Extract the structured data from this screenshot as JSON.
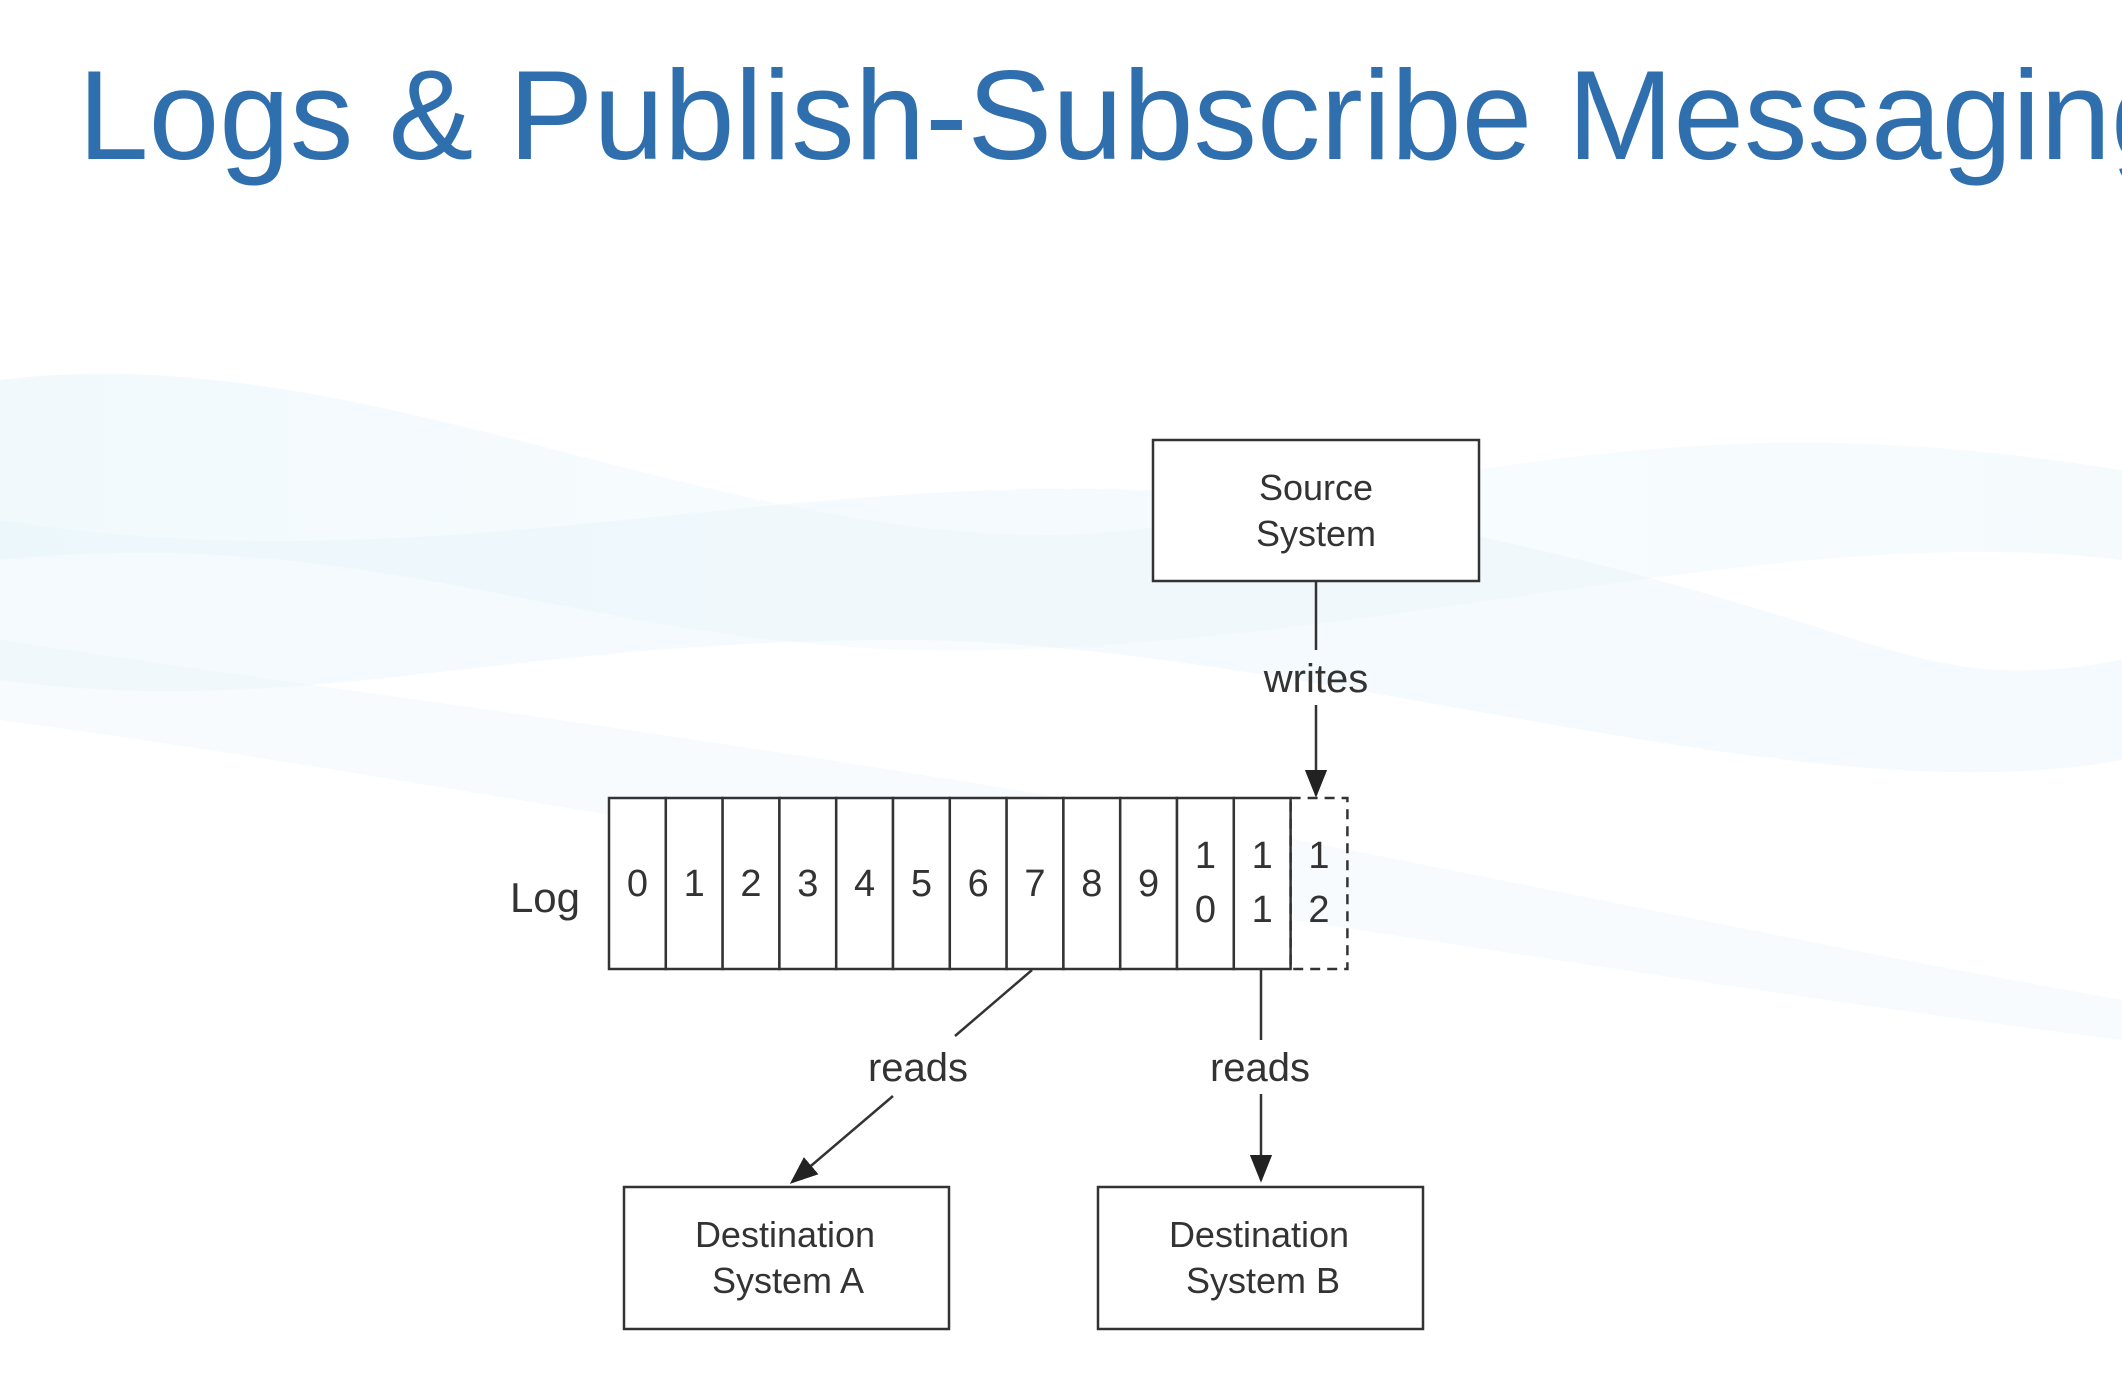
{
  "slide": {
    "title": "Logs & Publish-Subscribe Messaging"
  },
  "diagram": {
    "source": {
      "line1": "Source",
      "line2": "System"
    },
    "writes_label": "writes",
    "log_label": "Log",
    "cells": [
      {
        "top": "0",
        "bottom": ""
      },
      {
        "top": "1",
        "bottom": ""
      },
      {
        "top": "2",
        "bottom": ""
      },
      {
        "top": "3",
        "bottom": ""
      },
      {
        "top": "4",
        "bottom": ""
      },
      {
        "top": "5",
        "bottom": ""
      },
      {
        "top": "6",
        "bottom": ""
      },
      {
        "top": "7",
        "bottom": ""
      },
      {
        "top": "8",
        "bottom": ""
      },
      {
        "top": "9",
        "bottom": ""
      },
      {
        "top": "1",
        "bottom": "0"
      },
      {
        "top": "1",
        "bottom": "1"
      },
      {
        "top": "1",
        "bottom": "2"
      }
    ],
    "pending_cell_index": 12,
    "reads_a_label": "reads",
    "reads_b_label": "reads",
    "dest_a": {
      "line1": "Destination",
      "line2": "System A"
    },
    "dest_b": {
      "line1": "Destination",
      "line2": "System B"
    }
  },
  "colors": {
    "title": "#2f6fae",
    "stroke": "#333333",
    "wave": "#d6eef7"
  }
}
